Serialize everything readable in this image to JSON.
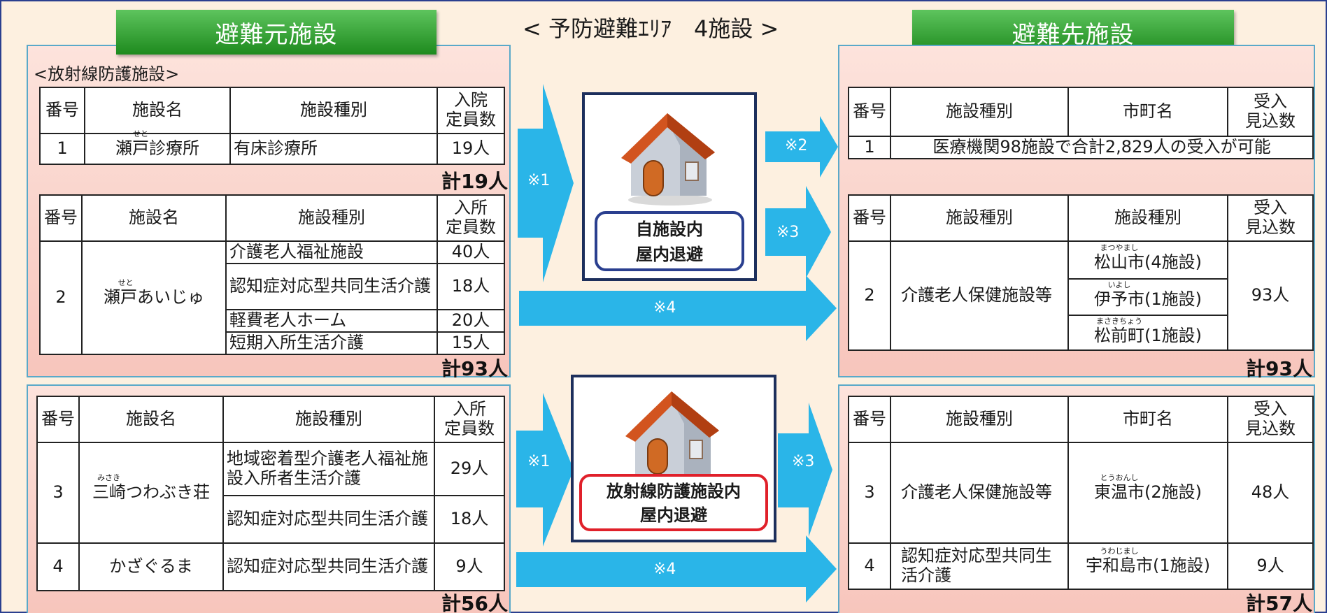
{
  "headers": {
    "source": "避難元施設",
    "center": "< 予防避難ｴﾘｱ　4施設 >",
    "destination": "避難先施設"
  },
  "source_top": {
    "section_label": "<放射線防護施設>",
    "t1": {
      "c_no": "番号",
      "c_name": "施設名",
      "c_type": "施設種別",
      "c_cap": "入院\n定員数",
      "row": {
        "no": "1",
        "name": "瀬戸診療所",
        "name_ruby": "せと",
        "type": "有床診療所",
        "cap": "19人"
      }
    },
    "total1": "計19人",
    "t2": {
      "c_no": "番号",
      "c_name": "施設名",
      "c_type": "施設種別",
      "c_cap": "入所\n定員数",
      "no": "2",
      "name": "瀬戸あいじゅ",
      "name_ruby": "せと",
      "rows": [
        {
          "type": "介護老人福祉施設",
          "cap": "40人"
        },
        {
          "type": "認知症対応型共同生活介護",
          "cap": "18人"
        },
        {
          "type": "軽費老人ホーム",
          "cap": "20人"
        },
        {
          "type": "短期入所生活介護",
          "cap": "15人"
        }
      ]
    },
    "total2": "計93人"
  },
  "source_bottom": {
    "t": {
      "c_no": "番号",
      "c_name": "施設名",
      "c_type": "施設種別",
      "c_cap": "入所\n定員数",
      "r3": {
        "no": "3",
        "name": "三崎つわぶき荘",
        "name_ruby": "みさき",
        "rows": [
          {
            "type": "地域密着型介護老人福祉施設入所者生活介護",
            "cap": "29人"
          },
          {
            "type": "認知症対応型共同生活介護",
            "cap": "18人"
          }
        ]
      },
      "r4": {
        "no": "4",
        "name": "かざぐるま",
        "type": "認知症対応型共同生活介護",
        "cap": "9人"
      }
    },
    "total": "計56人"
  },
  "center": {
    "top_box_label": "自施設内\n屋内退避",
    "bottom_box_label": "放射線防護施設内\n屋内退避",
    "notes": {
      "n1": "※1",
      "n2": "※2",
      "n3": "※3",
      "n4": "※4"
    }
  },
  "dest_top": {
    "t1": {
      "c_no": "番号",
      "c_type": "施設種別",
      "c_city": "市町名",
      "c_cap": "受入\n見込数",
      "row": {
        "no": "1",
        "text": "医療機関98施設で合計2,829人の受入が可能"
      }
    },
    "t2": {
      "c_no": "番号",
      "c_type": "施設種別",
      "c_city": "施設種別",
      "c_cap": "受入\n見込数",
      "no": "2",
      "type": "介護老人保健施設等",
      "cap": "93人",
      "cities": [
        {
          "name": "松山市",
          "ruby": "まつやまし",
          "count": "(4施設)"
        },
        {
          "name": "伊予市",
          "ruby": "いよし",
          "count": "(1施設)"
        },
        {
          "name": "松前町",
          "ruby": "まさきちょう",
          "count": "(1施設)"
        }
      ]
    },
    "total": "計93人"
  },
  "dest_bottom": {
    "t": {
      "c_no": "番号",
      "c_type": "施設種別",
      "c_city": "市町名",
      "c_cap": "受入\n見込数",
      "r3": {
        "no": "3",
        "type": "介護老人保健施設等",
        "city": "東温市",
        "city_ruby": "とうおんし",
        "count": "(2施設)",
        "cap": "48人"
      },
      "r4": {
        "no": "4",
        "type": "認知症対応型共同生活介護",
        "city": "宇和島市",
        "city_ruby": "うわじまし",
        "count": "(1施設)",
        "cap": "9人"
      }
    },
    "total": "計57人"
  },
  "colors": {
    "arrow": "#2ab5e8",
    "header_green": "#2f9e2f",
    "panel_pink": "#fbd3cb",
    "panel_border": "#5aa9c9",
    "red_border": "#e0202a",
    "navy_border": "#2a3f8f"
  }
}
